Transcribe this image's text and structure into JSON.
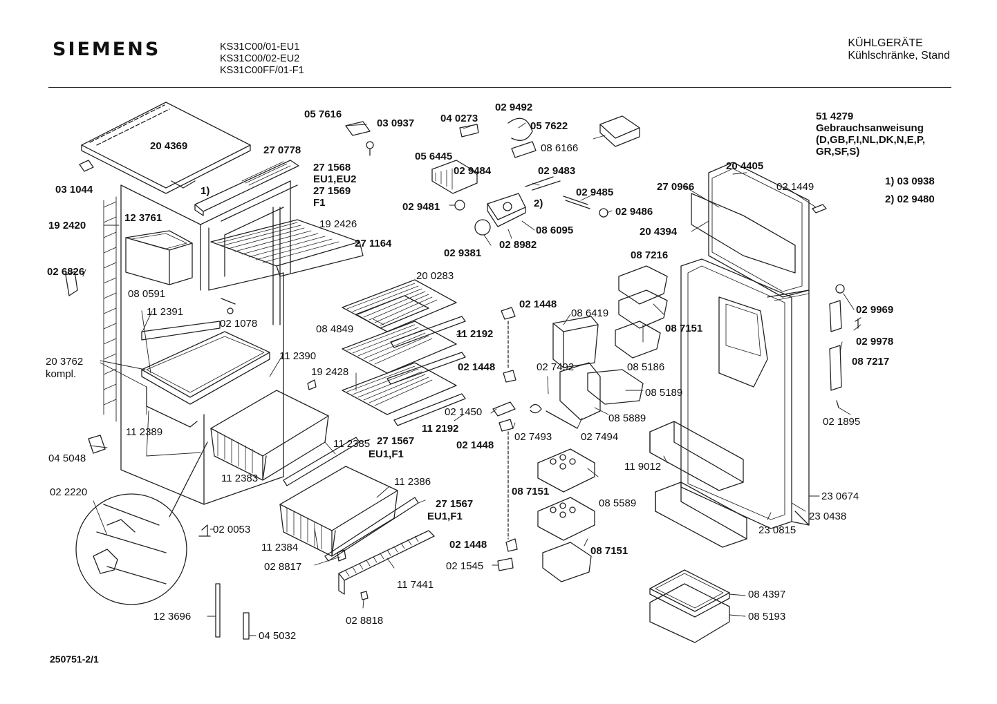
{
  "header": {
    "brand": "SIEMENS",
    "models": [
      "KS31C00/01-EU1",
      "KS31C00/02-EU2",
      "KS31C00FF/01-F1"
    ],
    "category_title": "KÜHLGERÄTE",
    "category_subtitle": "Kühlschränke, Stand"
  },
  "manual": {
    "number": "51 4279",
    "title": "Gebrauchsanweisung",
    "languages_1": "(D,GB,F,I,NL,DK,N,E,P,",
    "languages_2": "GR,SF,S)"
  },
  "notes": [
    "1) 03 0938",
    "2) 02 9480"
  ],
  "footer": {
    "drawing_number": "250751-2/1"
  },
  "parts": [
    {
      "t": "20 4369"
    },
    {
      "t": "03 1044"
    },
    {
      "t": "19 2420"
    },
    {
      "t": "12 3761"
    },
    {
      "t": "02 6826"
    },
    {
      "t": "08 0591"
    },
    {
      "t": "11 2391"
    },
    {
      "t": "20 3762"
    },
    {
      "t": "kompl."
    },
    {
      "t": "11 2389"
    },
    {
      "t": "04 5048"
    },
    {
      "t": "02 2220"
    },
    {
      "t": "12 3696"
    },
    {
      "t": "04 5032"
    },
    {
      "t": "02 0053"
    },
    {
      "t": "05 7616"
    },
    {
      "t": "03 0937"
    },
    {
      "t": "27 0778"
    },
    {
      "t": "27 1568"
    },
    {
      "t": "EU1,EU2"
    },
    {
      "t": "27 1569"
    },
    {
      "t": "F1"
    },
    {
      "t": "1)"
    },
    {
      "t": "19 2426"
    },
    {
      "t": "27 1164"
    },
    {
      "t": "02 1078"
    },
    {
      "t": "11 2390"
    },
    {
      "t": "11 2385"
    },
    {
      "t": "11 2383"
    },
    {
      "t": "27 1567"
    },
    {
      "t": "EU1,F1"
    },
    {
      "t": "11 2386"
    },
    {
      "t": "27 1567"
    },
    {
      "t": "EU1,F1"
    },
    {
      "t": "11 2384"
    },
    {
      "t": "02 8817"
    },
    {
      "t": "11 7441"
    },
    {
      "t": "02 8818"
    },
    {
      "t": "04 0273"
    },
    {
      "t": "02 9492"
    },
    {
      "t": "05 7622"
    },
    {
      "t": "08 6166"
    },
    {
      "t": "05 6445"
    },
    {
      "t": "02 9484"
    },
    {
      "t": "02 9483"
    },
    {
      "t": "02 9485"
    },
    {
      "t": "02 9481"
    },
    {
      "t": "02 9486"
    },
    {
      "t": "2)"
    },
    {
      "t": "08 6095"
    },
    {
      "t": "02 9381"
    },
    {
      "t": "02 8982"
    },
    {
      "t": "20 0283"
    },
    {
      "t": "08 4849"
    },
    {
      "t": "11 2192"
    },
    {
      "t": "19 2428"
    },
    {
      "t": "11 2192"
    },
    {
      "t": "02 1448"
    },
    {
      "t": "08 6419"
    },
    {
      "t": "02 1448"
    },
    {
      "t": "02 7492"
    },
    {
      "t": "02 1450"
    },
    {
      "t": "02 1448"
    },
    {
      "t": "02 7493"
    },
    {
      "t": "02 7494"
    },
    {
      "t": "08 5889"
    },
    {
      "t": "08 5189"
    },
    {
      "t": "08 7151"
    },
    {
      "t": "08 5589"
    },
    {
      "t": "08 7151"
    },
    {
      "t": "02 1448"
    },
    {
      "t": "02 1545"
    },
    {
      "t": "20 4405"
    },
    {
      "t": "27 0966"
    },
    {
      "t": "02 1449"
    },
    {
      "t": "20 4394"
    },
    {
      "t": "08 7216"
    },
    {
      "t": "08 7151"
    },
    {
      "t": "08 5186"
    },
    {
      "t": "02 9969"
    },
    {
      "t": "02 9978"
    },
    {
      "t": "08 7217"
    },
    {
      "t": "02 1895"
    },
    {
      "t": "11 9012"
    },
    {
      "t": "23 0674"
    },
    {
      "t": "23 0438"
    },
    {
      "t": "23 0815"
    },
    {
      "t": "08 4397"
    },
    {
      "t": "08 5193"
    }
  ]
}
